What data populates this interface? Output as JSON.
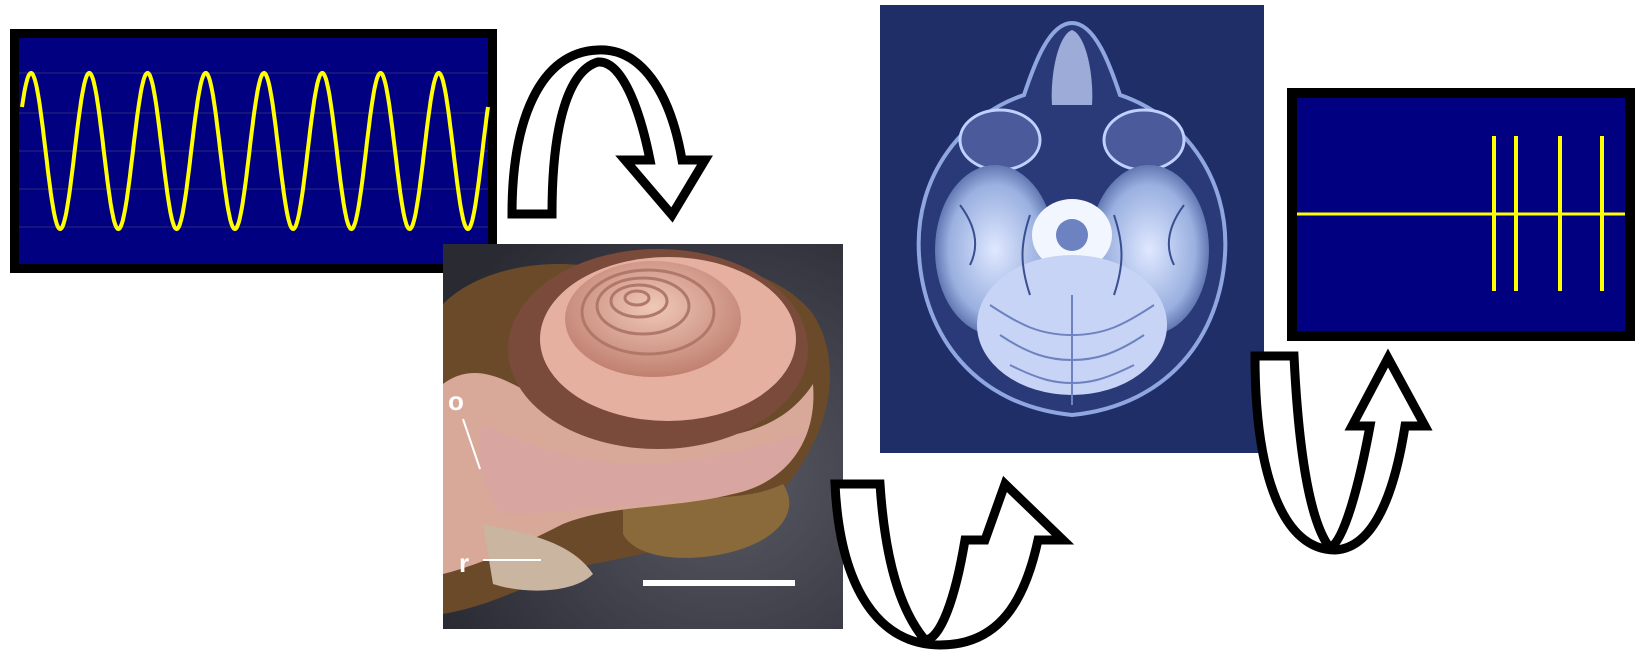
{
  "diagram": {
    "stages": [
      {
        "name": "sound-waveform",
        "kind": "waveform"
      },
      {
        "name": "cochlea-photograph",
        "kind": "photo"
      },
      {
        "name": "brain-mri",
        "kind": "image"
      },
      {
        "name": "neural-spike-train",
        "kind": "plot"
      }
    ],
    "cochlea_labels": {
      "oval_window": "o",
      "round_window": "r"
    },
    "colors": {
      "panel_bg": "#000080",
      "trace": "#ffff00",
      "frame": "#000000",
      "mri_bg": "#1f2e66",
      "arrow_fill": "#ffffff",
      "arrow_stroke": "#000000"
    },
    "waveform_cycles": 8,
    "spike_count": 4
  }
}
